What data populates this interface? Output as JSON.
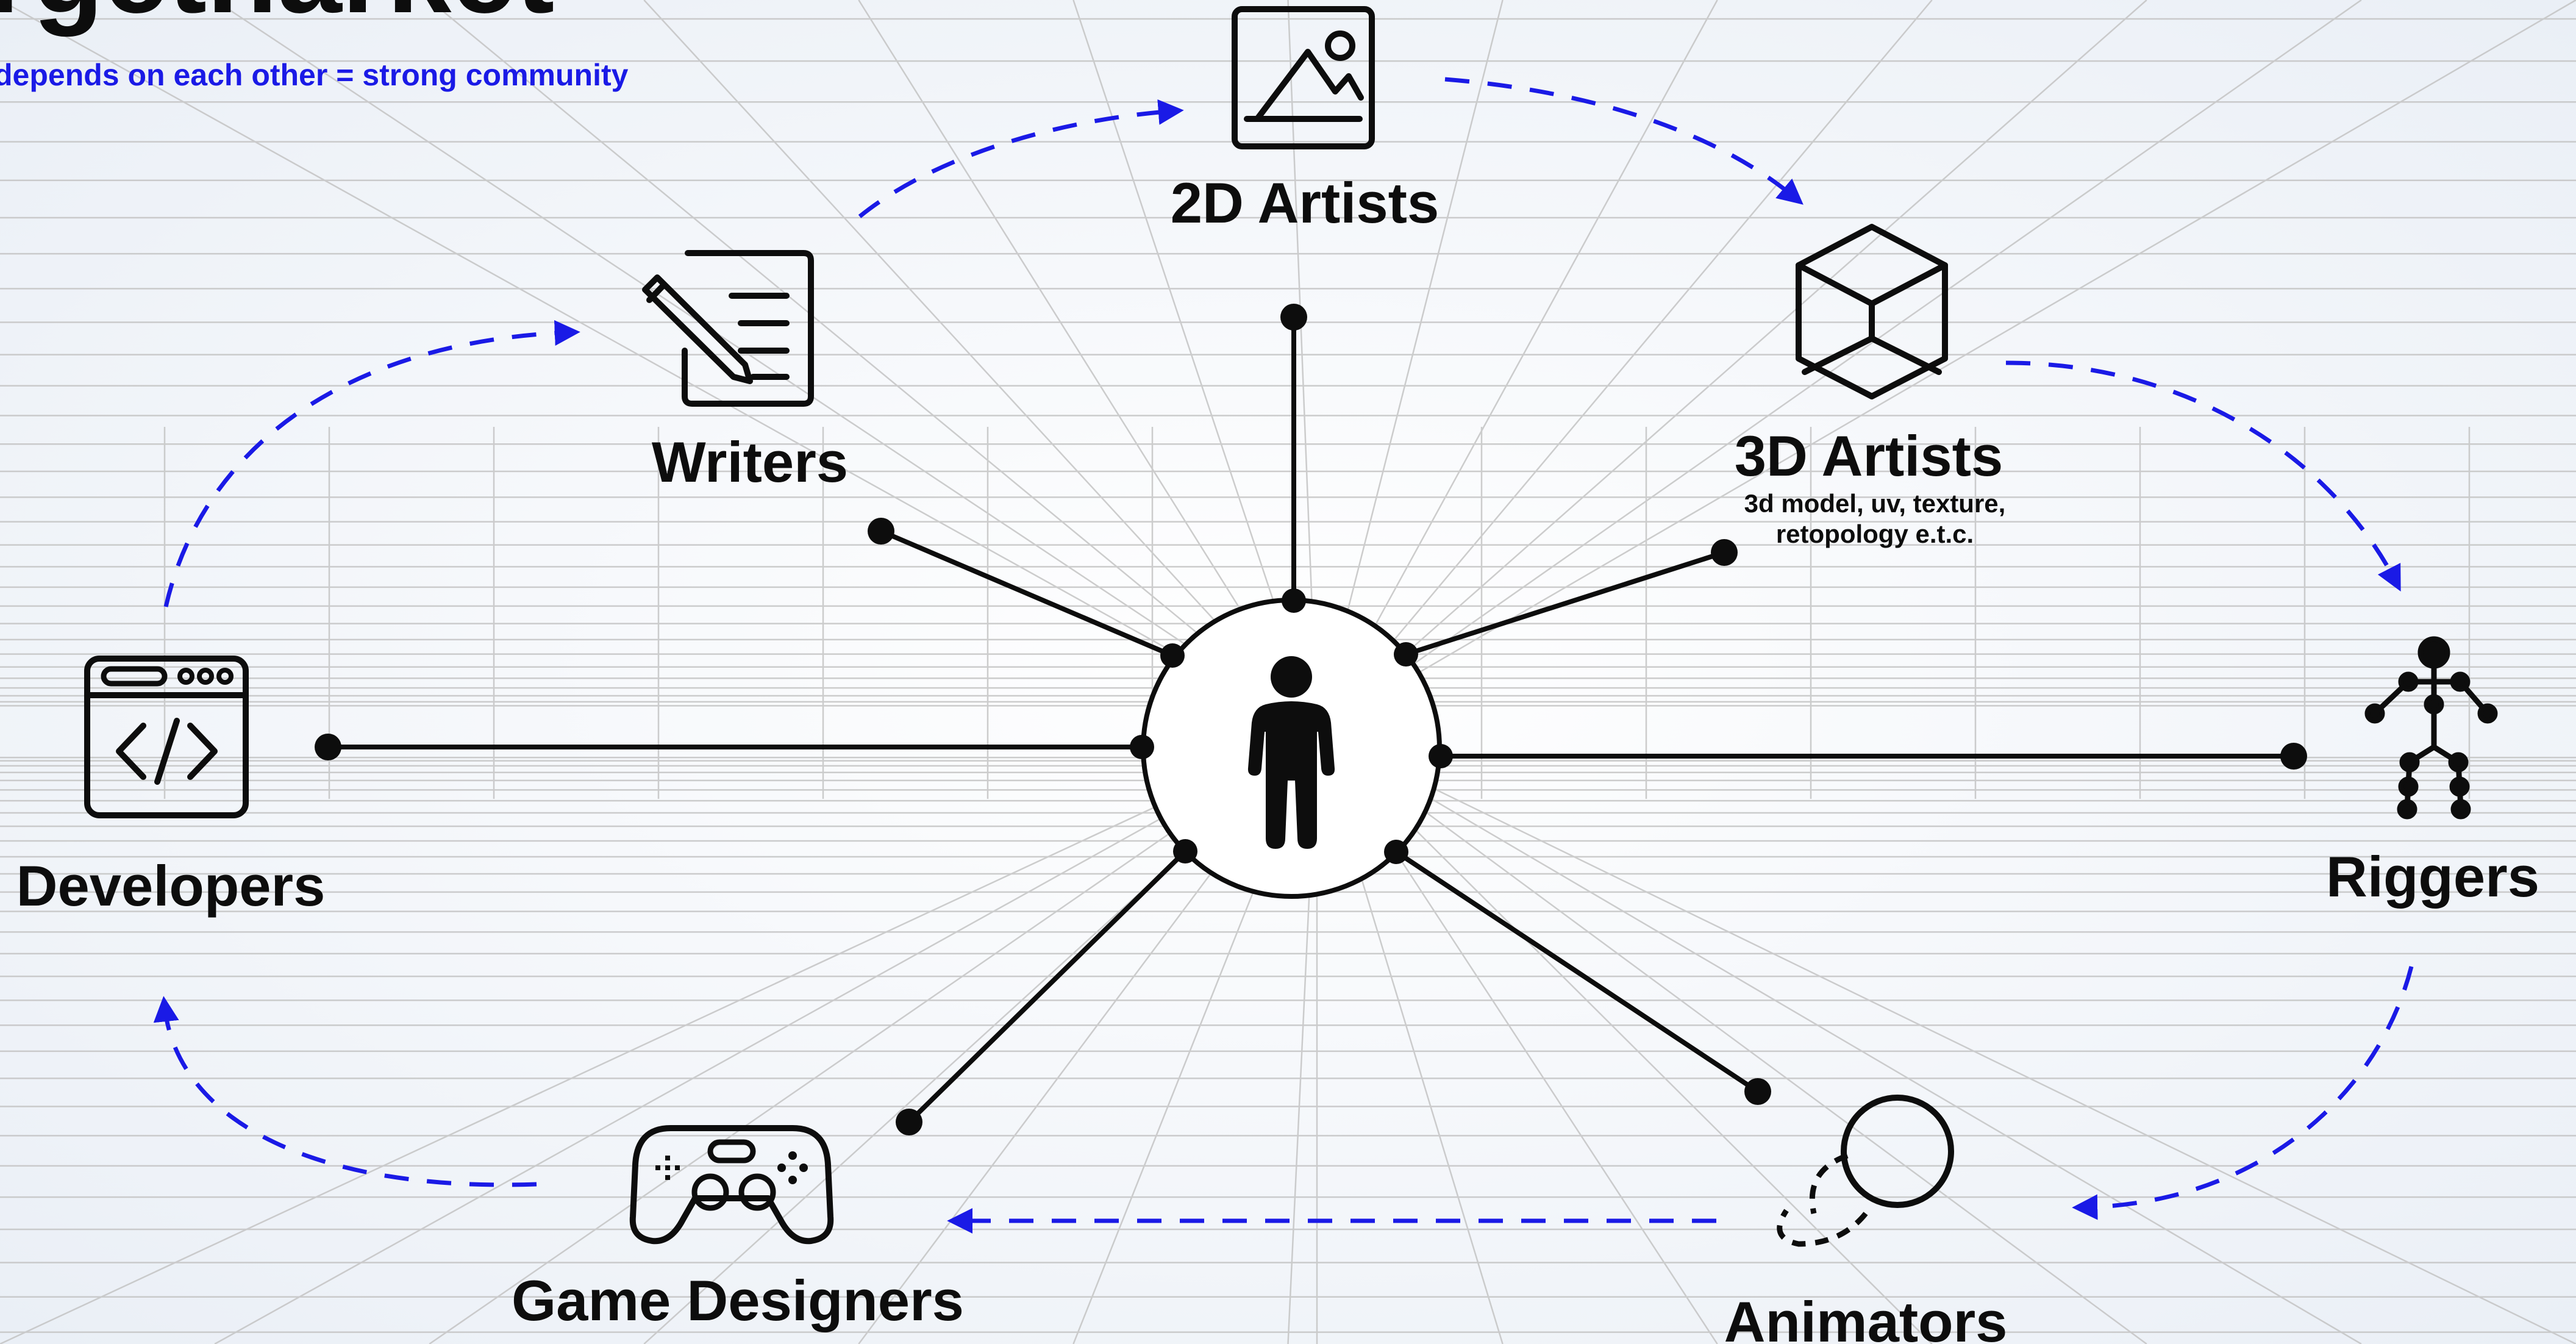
{
  "note": "depends on each other = strong community",
  "colors": {
    "accent": "#1a1ae6",
    "ink": "#0d0d0d",
    "grid": "#c4c4c4"
  },
  "roles": {
    "artists_2d": {
      "label": "2D Artists",
      "icon": "image-icon"
    },
    "writers": {
      "label": "Writers",
      "icon": "document-pencil-icon"
    },
    "artists_3d": {
      "label": "3D Artists",
      "sub_line1": "3d model, uv, texture,",
      "sub_line2": "retopology e.t.c.",
      "icon": "cube-icon"
    },
    "developers": {
      "label": "Developers",
      "icon": "code-window-icon"
    },
    "riggers": {
      "label": "Riggers",
      "icon": "skeleton-icon"
    },
    "game_designers": {
      "label": "Game Designers",
      "icon": "gamepad-icon"
    },
    "animators": {
      "label": "Animators",
      "icon": "bouncing-ball-icon"
    }
  },
  "center": {
    "icon": "person-icon"
  }
}
